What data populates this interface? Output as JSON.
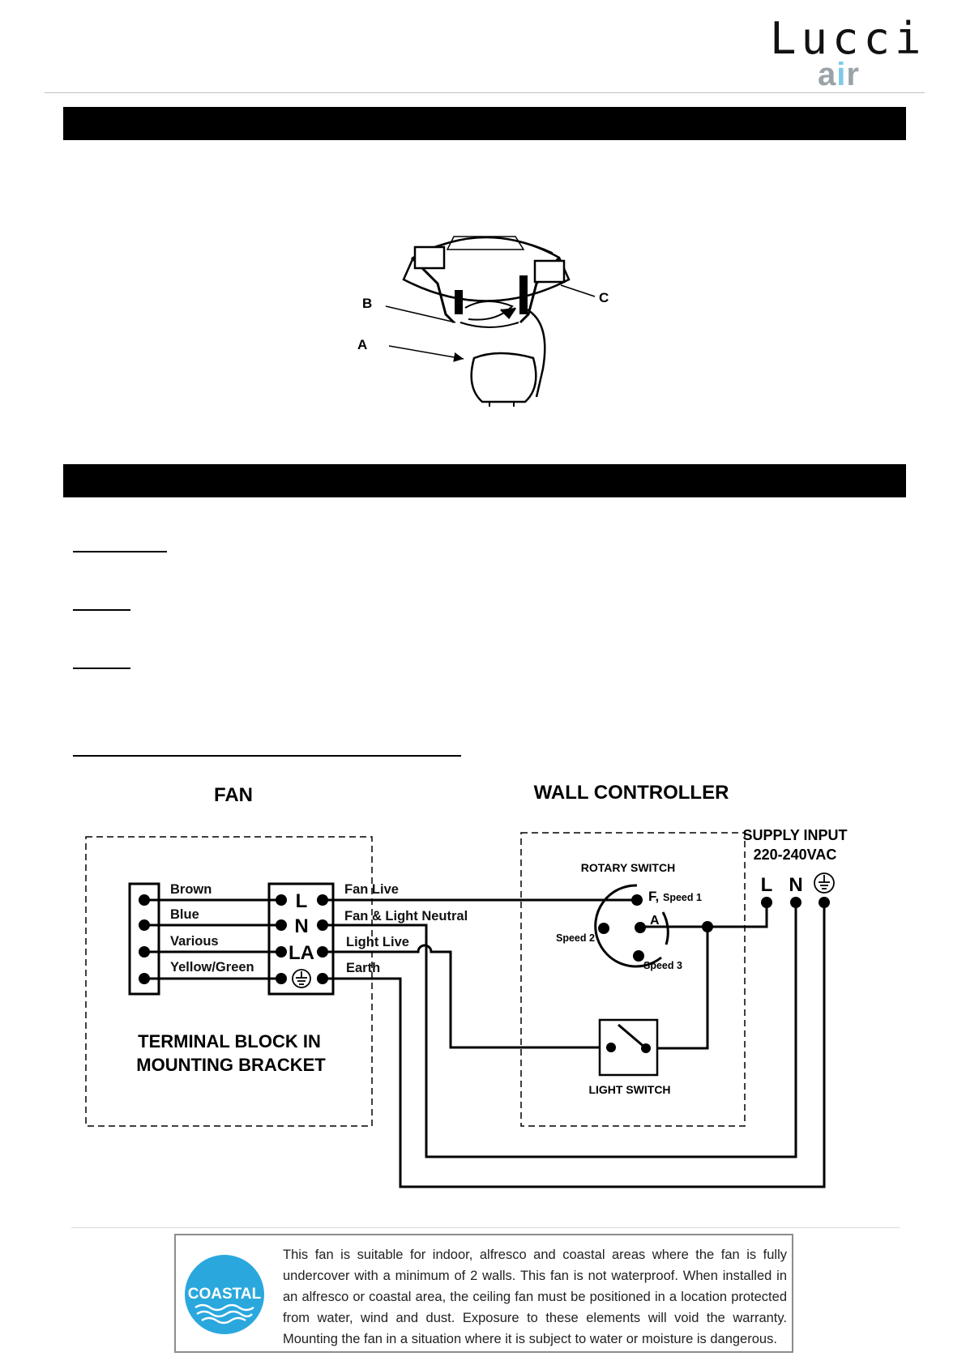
{
  "brand": {
    "word": "Lucci",
    "sub_a": "a",
    "sub_i": "i",
    "sub_r": "r"
  },
  "mount_figure": {
    "label_a": "A",
    "label_b": "B",
    "label_c": "C"
  },
  "wiring": {
    "fan_title": "FAN",
    "controller_title": "WALL CONTROLLER",
    "supply_title": "SUPPLY  INPUT",
    "supply_voltage": "220-240VAC",
    "wire_brown": "Brown",
    "wire_blue": "Blue",
    "wire_various": "Various",
    "wire_yellow_green": "Yellow/Green",
    "term_l": "L",
    "term_n": "N",
    "term_la": "LA",
    "out_fan_live": "Fan Live",
    "out_neutral": "Fan & Light Neutral",
    "out_light_live": "Light Live",
    "out_earth": "Earth",
    "terminal_caption_1": "TERMINAL BLOCK IN",
    "terminal_caption_2": "MOUNTING BRACKET",
    "rotary_switch": "ROTARY SWITCH",
    "pos_f": "F,",
    "speed_1": "Speed 1",
    "speed_2": "Speed 2",
    "speed_3": "Speed 3",
    "pos_a": "A",
    "light_switch": "LIGHT SWITCH",
    "supply_l": "L",
    "supply_n": "N"
  },
  "coastal": {
    "badge": "COASTAL",
    "text": "This fan is suitable for indoor, alfresco and coastal areas where the fan is fully undercover with a minimum of 2 walls. This fan is not waterproof. When installed in an alfresco or coastal area, the ceiling fan must be positioned in a location protected from water, wind and dust. Exposure to these elements will void the warranty. Mounting the fan in a situation where it is subject to water or moisture is dangerous."
  },
  "colors": {
    "coastal_blue": "#2aa8de",
    "logo_light_blue": "#7fc8e8",
    "logo_grey": "#9aa3a8"
  }
}
